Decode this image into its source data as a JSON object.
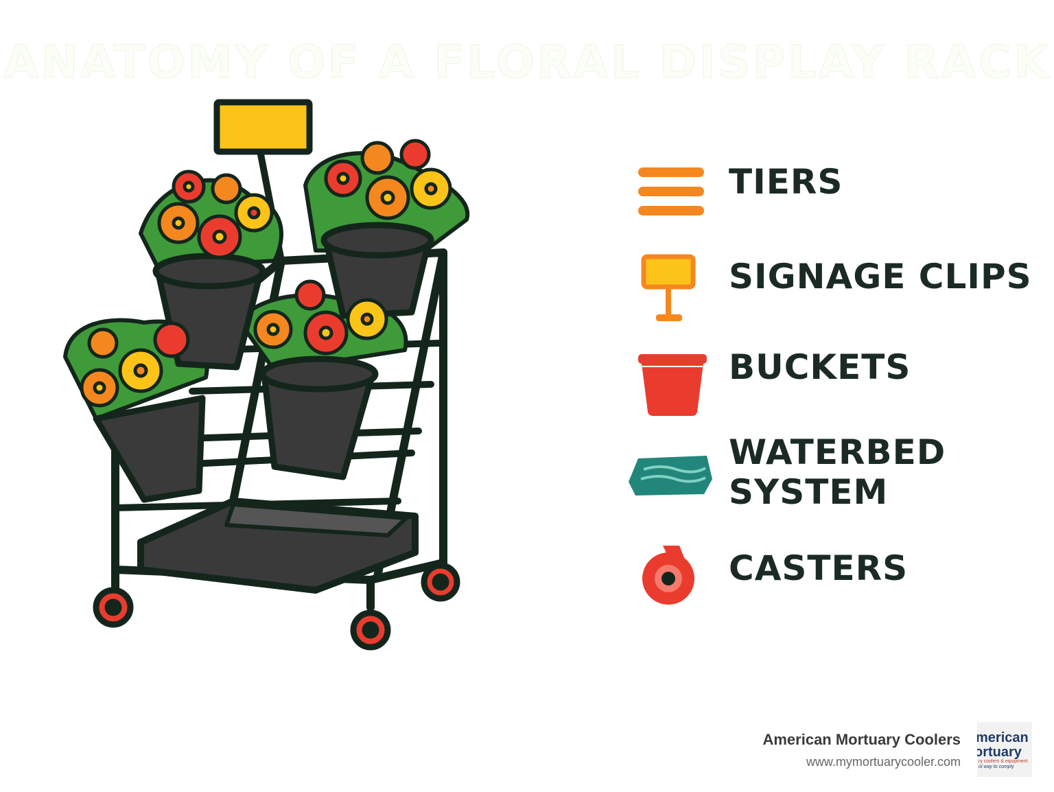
{
  "title": "ANATOMY OF A FLORAL DISPLAY RACK",
  "legend": [
    {
      "label": "TIERS",
      "icon": "tiers-icon"
    },
    {
      "label": "SIGNAGE CLIPS",
      "icon": "signage-clip-icon"
    },
    {
      "label": "BUCKETS",
      "icon": "bucket-icon"
    },
    {
      "label": "WATERBED\nSYSTEM",
      "icon": "waterbed-icon"
    },
    {
      "label": "CASTERS",
      "icon": "caster-icon"
    }
  ],
  "footer": {
    "company": "American Mortuary Coolers",
    "url": "www.mymortuarycooler.com"
  },
  "logo": {
    "line1": "merican",
    "line2": "ortuary",
    "line3": "ry coolers & equipment",
    "line4": "ol way to comply"
  },
  "colors": {
    "frame": "#14261c",
    "bucket": "#3a3a3a",
    "orange": "#f5871f",
    "yellow": "#fcc419",
    "red": "#ea3c2e",
    "leaf": "#3f9a3a",
    "teal": "#23867a"
  }
}
